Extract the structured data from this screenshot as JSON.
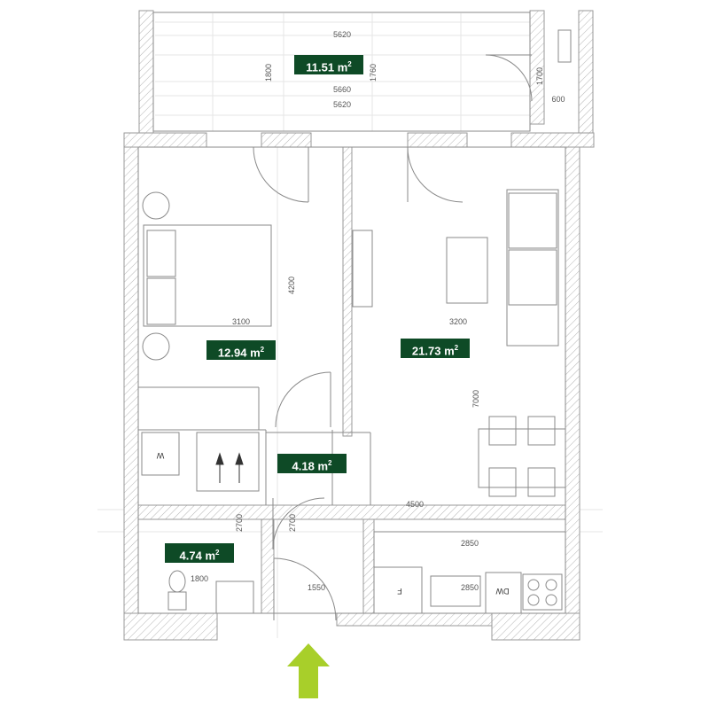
{
  "colors": {
    "badge": "#0e4a26",
    "wall": "#9a9a9a",
    "line": "#8a8a8a",
    "entrance_arrow": "#a8cf2a"
  },
  "areas": {
    "balcony": "11.51 m",
    "bedroom": "12.94 m",
    "living": "21.73 m",
    "hall": "4.18 m",
    "bathroom": "4.74 m",
    "unit_sup": "2"
  },
  "dimensions": {
    "balcony_width_top": "5620",
    "balcony_width_mid": "5660",
    "balcony_width_bottom": "5620",
    "balcony_depth_left": "1800",
    "balcony_depth_right": "1760",
    "balcony_side_depth": "1700",
    "balcony_side_width": "600",
    "bedroom_width": "3100",
    "bedroom_depth": "4200",
    "living_width": "3200",
    "living_depth": "7000",
    "corridor_width": "4500",
    "bath_depth": "2700",
    "hall_depth": "2700",
    "kitchen_width": "2850",
    "kitchen_counter": "2850",
    "bath_width": "1800",
    "entry_width": "1550"
  },
  "fixtures": {
    "washer": "W",
    "fridge": "F",
    "dishwasher": "DW"
  },
  "icons": {
    "entrance": "entrance-arrow-icon"
  }
}
